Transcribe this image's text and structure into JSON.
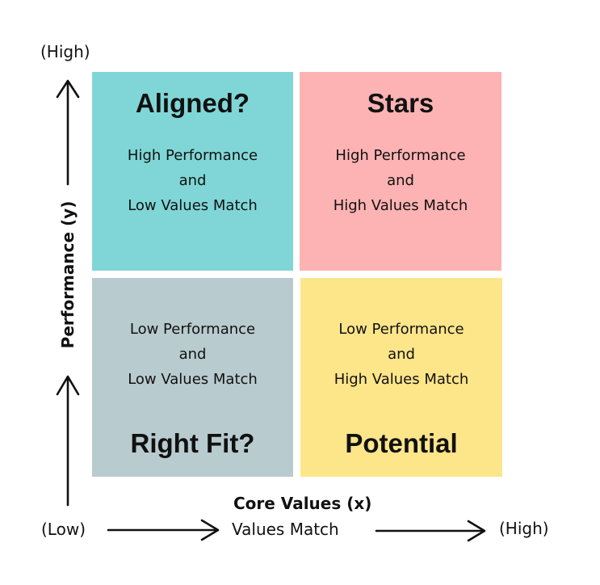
{
  "quadrants": [
    {
      "id": "top-left",
      "title": "Aligned?",
      "lines": [
        "High Performance",
        "and",
        "Low Values Match"
      ],
      "color": "#80d6d6"
    },
    {
      "id": "top-right",
      "title": "Stars",
      "lines": [
        "High Performance",
        "and",
        "High Values Match"
      ],
      "color": "#fdb3b3"
    },
    {
      "id": "bottom-left",
      "title": "Right Fit?",
      "lines": [
        "Low Performance",
        "and",
        "Low Values Match"
      ],
      "color": "#b8cbce"
    },
    {
      "id": "bottom-right",
      "title": "Potential",
      "lines": [
        "Low Performance",
        "and",
        "High Values Match"
      ],
      "color": "#fde58a"
    }
  ],
  "y_axis": {
    "title": "Performance (y)",
    "high_label": "(High)"
  },
  "x_axis": {
    "title": "Core Values (x)",
    "subtitle": "Values Match",
    "low_label": "(Low)",
    "high_label": "(High)"
  }
}
